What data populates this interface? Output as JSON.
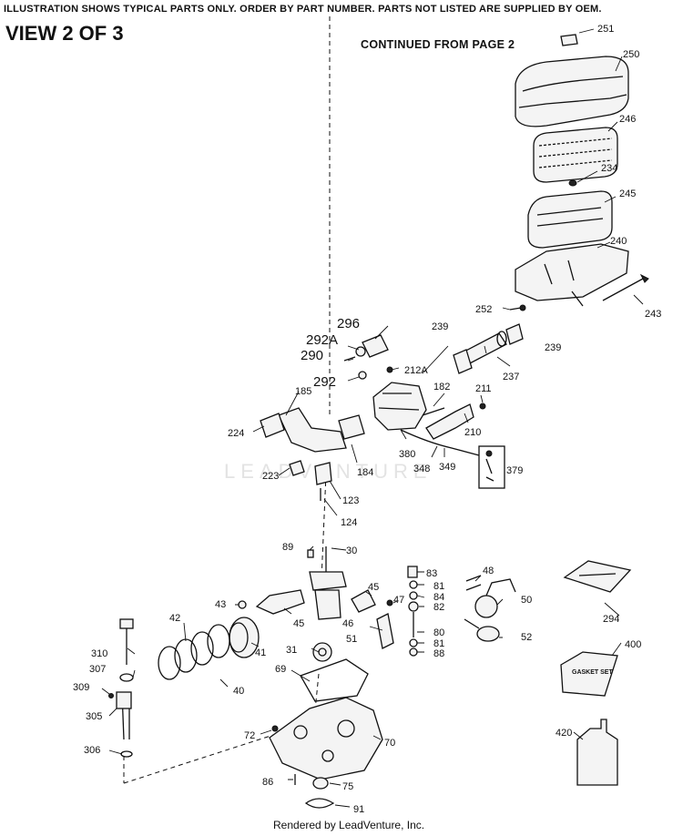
{
  "header": {
    "notice": "ILLUSTRATION SHOWS TYPICAL PARTS ONLY. ORDER BY PART NUMBER. PARTS NOT LISTED ARE SUPPLIED BY OEM.",
    "view": "VIEW 2 OF 3",
    "continued": "CONTINUED FROM PAGE 2"
  },
  "watermark": "LEADVENTURE",
  "boxes": {
    "gasket_set": "GASKET SET"
  },
  "callouts": {
    "p251": "251",
    "p250": "250",
    "p246": "246",
    "p234": "234",
    "p245": "245",
    "p240": "240",
    "p252": "252",
    "p243": "243",
    "p239a": "239",
    "p239b": "239",
    "p237": "237",
    "p296": "296",
    "p292A": "292A",
    "p290": "290",
    "p292": "292",
    "p212A": "212A",
    "p185": "185",
    "p224": "224",
    "p182": "182",
    "p211": "211",
    "p210": "210",
    "p380": "380",
    "p348": "348",
    "p349": "349",
    "p379": "379",
    "p184": "184",
    "p223": "223",
    "p123": "123",
    "p124": "124",
    "p89": "89",
    "p30": "30",
    "p83": "83",
    "p81a": "81",
    "p84": "84",
    "p82": "82",
    "p80": "80",
    "p81b": "81",
    "p88": "88",
    "p48": "48",
    "p50": "50",
    "p52": "52",
    "p45a": "45",
    "p45b": "45",
    "p47": "47",
    "p46": "46",
    "p51": "51",
    "p43": "43",
    "p42": "42",
    "p41": "41",
    "p40": "40",
    "p31": "31",
    "p310": "310",
    "p307": "307",
    "p309": "309",
    "p305": "305",
    "p306": "306",
    "p69": "69",
    "p72": "72",
    "p70": "70",
    "p86": "86",
    "p75": "75",
    "p91": "91",
    "p294": "294",
    "p400": "400",
    "p420": "420"
  },
  "footer": "Rendered by LeadVenture, Inc."
}
